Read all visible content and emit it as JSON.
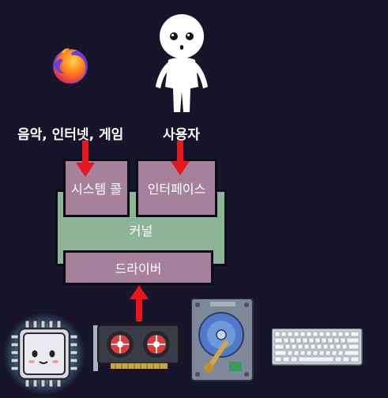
{
  "labels": {
    "apps": "음악, 인터넷, 게임",
    "user": "사용자"
  },
  "boxes": {
    "syscall": "시스템 콜",
    "interface": "인터페이스",
    "kernel": "커널",
    "driver": "드라이버"
  },
  "icons": {
    "firefox": "firefox-logo-icon",
    "person": "person-character-icon",
    "cpu": "cpu-chip-icon",
    "gpu": "graphics-card-icon",
    "hdd": "hard-drive-icon",
    "keyboard": "keyboard-icon"
  },
  "colors": {
    "background": "#16152a",
    "purple_box": "#a5819c",
    "kernel_box": "#8eb498",
    "arrow": "#e8161d"
  }
}
